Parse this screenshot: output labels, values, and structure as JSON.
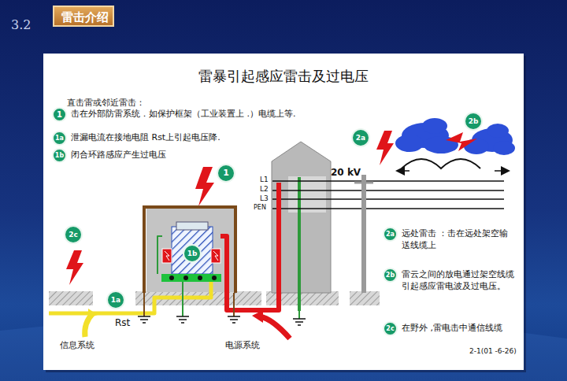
{
  "diagram": {
    "title": "雷暴引起感应雷击及过电压",
    "nodes": [
      {
        "text": [
          "雷击介绍"
        ]
      },
      {
        "text": [
          "1",
          "击在外部防雷系统．如保护框架（工业装置上 .）电缆上等."
        ]
      },
      {
        "text": [
          "1a",
          "泄漏电流在接地电阻 Rst上引起电压降."
        ]
      },
      {
        "text": [
          "1b",
          "闭合环路感应产生过电压"
        ]
      },
      {
        "text": [
          "2b"
        ]
      },
      {
        "text": [
          "2a"
        ]
      },
      {
        "text": [
          "1"
        ]
      },
      {
        "text": [
          "2c"
        ]
      },
      {
        "text": [
          "1b"
        ]
      },
      {
        "text": [
          "1a"
        ]
      },
      {
        "text": [
          "2a",
          "远处雷击 ：击在远处架空输送线缆上"
        ]
      },
      {
        "text": [
          "2b",
          "雷云之间的放电通过架空线缆引起感应雷电波及过电压。"
        ]
      },
      {
        "text": [
          "2c",
          "在野外 ,雷电击中通信线缆"
        ]
      }
    ],
    "labels": [
      "3.2",
      "直击雷或邻近雷击：",
      "Rst",
      "信息系统",
      "电源系统",
      "L1",
      "L2",
      "L3",
      "PEN",
      "20 kV",
      "2-1(01 -6-26)"
    ]
  }
}
